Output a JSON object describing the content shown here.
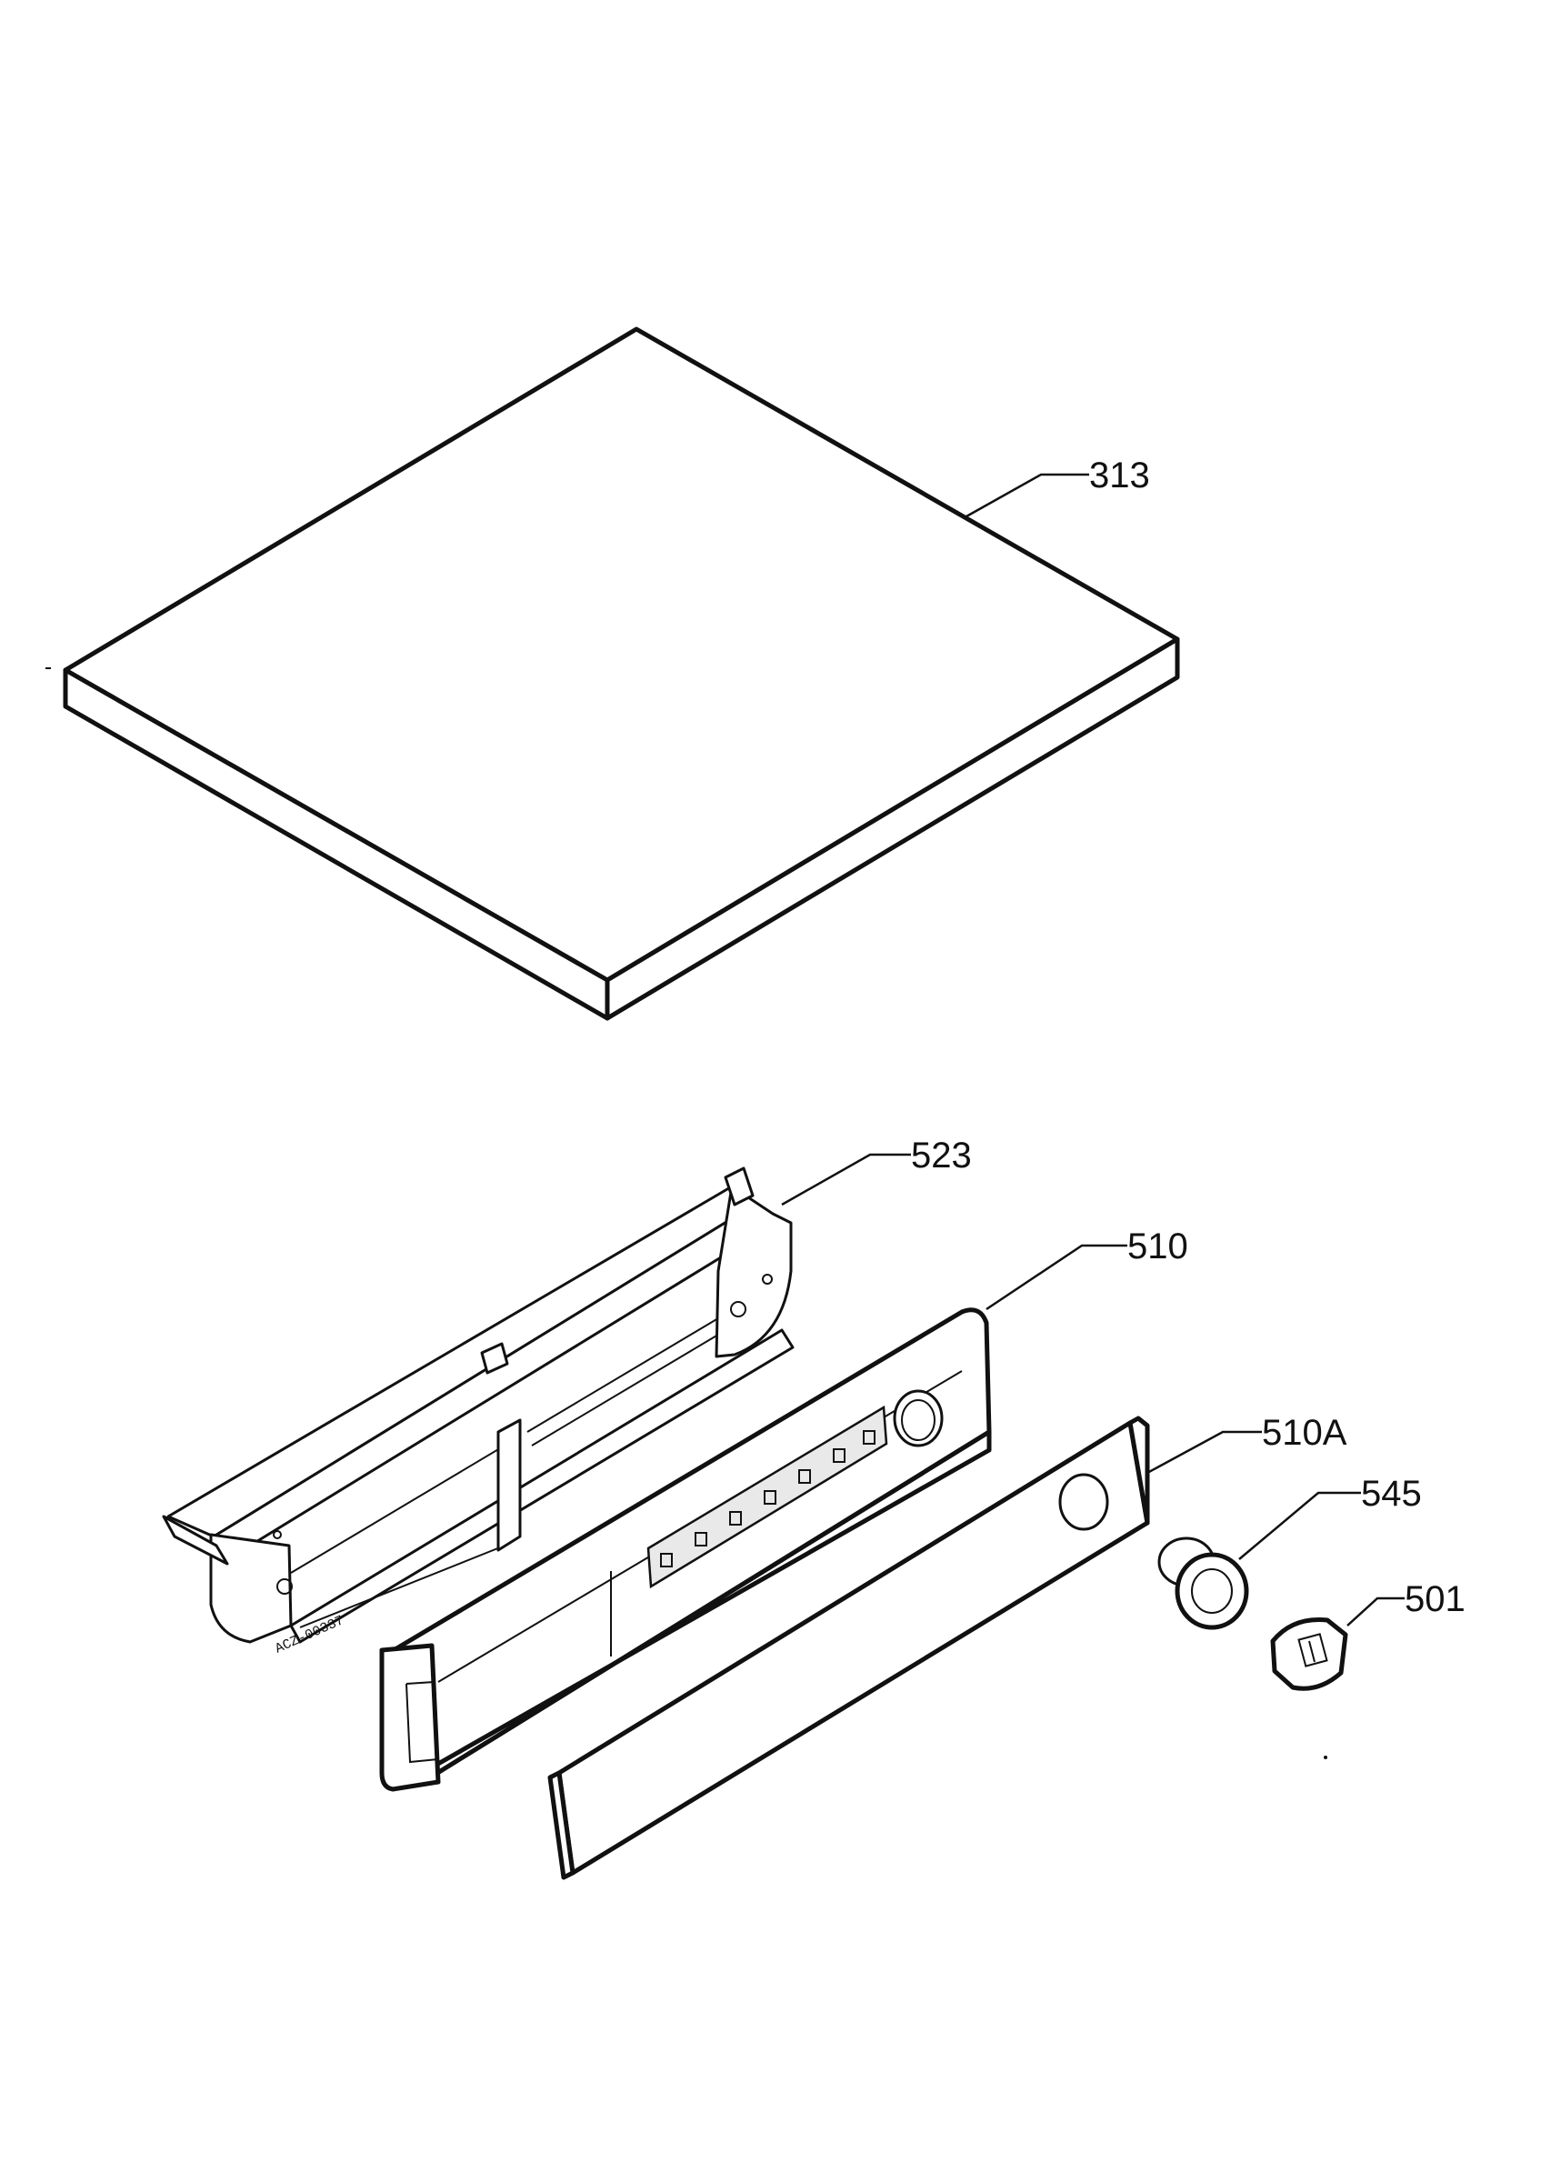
{
  "callouts": {
    "top_panel": "313",
    "frame": "523",
    "control_panel": "510",
    "panel_strip": "510A",
    "knob_base": "545",
    "knob_cap": "501"
  },
  "stamp_code": "ACZ-00337",
  "colors": {
    "line": "#111111",
    "background": "#ffffff"
  }
}
